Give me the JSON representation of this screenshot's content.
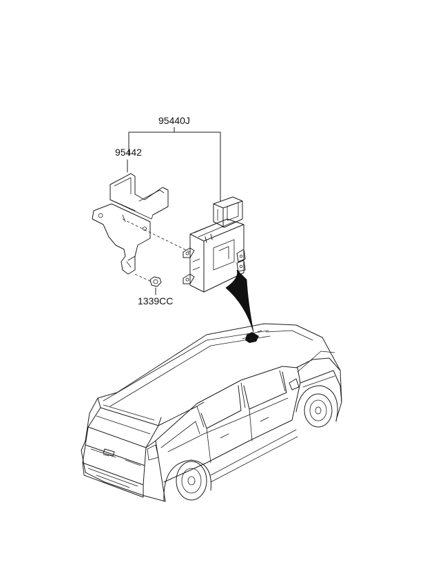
{
  "parts": {
    "assembly_label": "95440J",
    "bracket_label": "95442",
    "nut_label": "1339CC"
  },
  "icons": {
    "bracket": "mounting-bracket-icon",
    "control_unit": "control-unit-icon",
    "nut": "hex-nut-icon",
    "vehicle": "suv-vehicle-icon",
    "location_pointer": "location-pointer-icon"
  }
}
